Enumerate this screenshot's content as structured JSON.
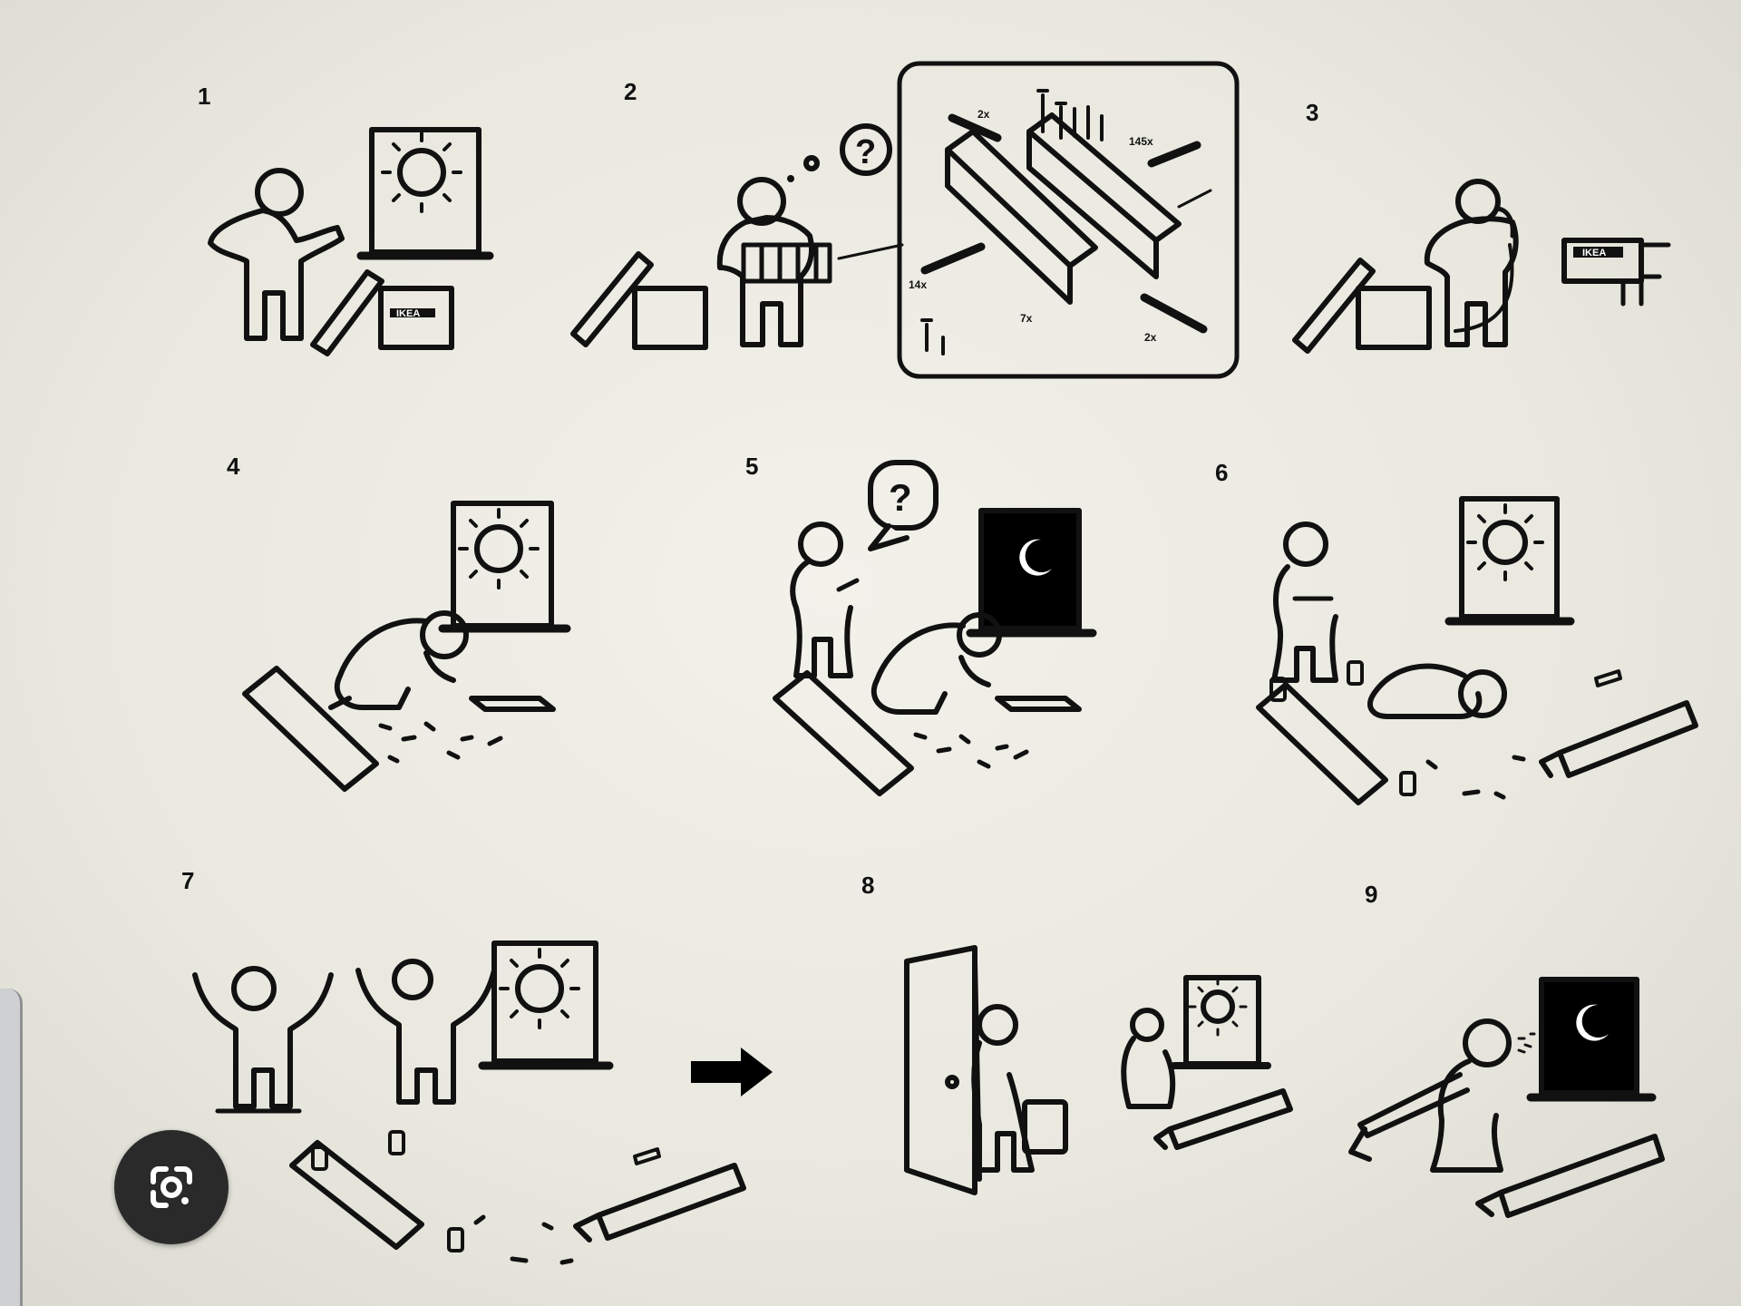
{
  "steps": [
    {
      "number": "1"
    },
    {
      "number": "2"
    },
    {
      "number": "3"
    },
    {
      "number": "4"
    },
    {
      "number": "5"
    },
    {
      "number": "6"
    },
    {
      "number": "7"
    },
    {
      "number": "8"
    },
    {
      "number": "9"
    }
  ],
  "box_label": "IKEA",
  "parts": {
    "top_left_qty": "2x",
    "top_right_qty": "145x",
    "left_qty": "14x",
    "middle_qty": "7x",
    "bottom_right_qty": "2x"
  },
  "question_mark": "?",
  "icons": {
    "sun": "sun-icon",
    "moon": "moon-icon",
    "arrow": "arrow-right-icon",
    "lens": "google-lens-icon"
  },
  "colors": {
    "ink": "#111111",
    "paper": "#efeee7",
    "night_window": "#000000",
    "lens_button": "#2a2a2a"
  }
}
